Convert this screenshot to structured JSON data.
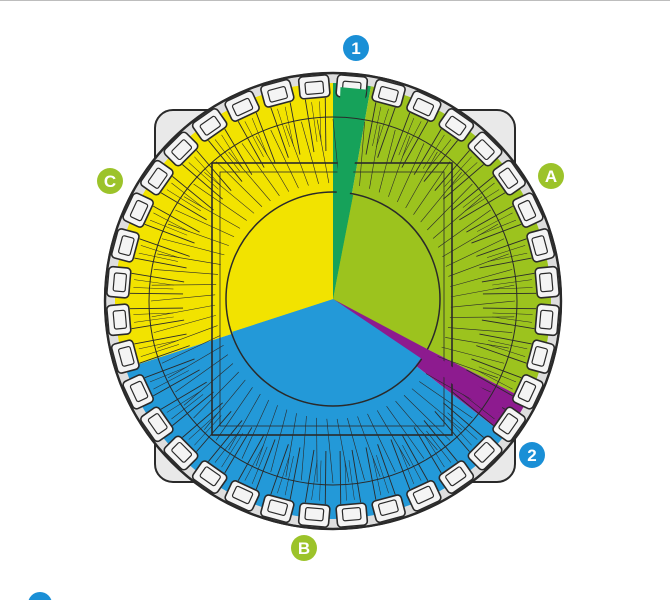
{
  "markers": [
    {
      "id": "marker-1",
      "label": "1",
      "color": "#1a8fd6"
    },
    {
      "id": "marker-2",
      "label": "2",
      "color": "#1a8fd6"
    },
    {
      "id": "marker-a",
      "label": "A",
      "color": "#9cc32a"
    },
    {
      "id": "marker-b",
      "label": "B",
      "color": "#9cc32a"
    },
    {
      "id": "marker-c",
      "label": "C",
      "color": "#9cc32a"
    }
  ],
  "sections": [
    {
      "id": "A",
      "color": "#9cc31e"
    },
    {
      "id": "B",
      "color": "#2399d8"
    },
    {
      "id": "C",
      "color": "#f2e300"
    },
    {
      "id": "1",
      "color": "#16a25a"
    },
    {
      "id": "2",
      "color": "#8d1b8f"
    }
  ],
  "colors": {
    "outline": "#2a2a2a",
    "frame": "#e6e6e6",
    "background": "#ffffff"
  }
}
